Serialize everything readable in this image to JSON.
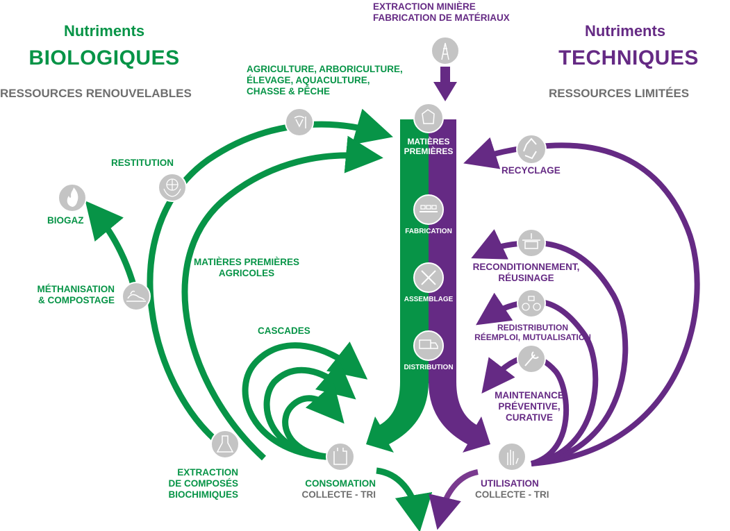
{
  "colors": {
    "green": "#079447",
    "purple": "#652A84",
    "gray_text": "#6E6E6E",
    "icon_circle": "#C4C4C4",
    "icon_glyph": "#FFFFFF"
  },
  "left_header": {
    "line1": "Nutriments",
    "line2": "BIOLOGIQUES",
    "subtitle": "RESSOURCES RENOUVELABLES"
  },
  "right_header": {
    "line1": "Nutriments",
    "line2": "TECHNIQUES",
    "subtitle": "RESSOURCES LIMITÉES"
  },
  "top_source": {
    "line1": "EXTRACTION MINIÈRE",
    "line2": "FABRICATION DE MATÉRIAUX",
    "icon": "oil-derrick-icon"
  },
  "central_column": {
    "stages": [
      {
        "label_line1": "MATIÈRES",
        "label_line2": "PREMIÈRES",
        "icon": "rock-icon"
      },
      {
        "label_line1": "FABRICATION",
        "label_line2": "",
        "icon": "conveyor-icon"
      },
      {
        "label_line1": "ASSEMBLAGE",
        "label_line2": "",
        "icon": "tools-icon"
      },
      {
        "label_line1": "DISTRIBUTION",
        "label_line2": "",
        "icon": "truck-icon"
      }
    ]
  },
  "biological": {
    "agriculture": {
      "line1": "AGRICULTURE, ARBORICULTURE,",
      "line2": "ÉLEVAGE, AQUACULTURE,",
      "line3": "CHASSE & PÊCHE",
      "icon": "farm-animals-icon"
    },
    "restitution": {
      "label": "RESTITUTION",
      "icon": "globe-hands-icon"
    },
    "biogaz": {
      "label": "BIOGAZ",
      "icon": "flame-icon"
    },
    "methanisation": {
      "line1": "MÉTHANISATION",
      "line2": "& COMPOSTAGE",
      "icon": "compost-icon"
    },
    "agricultural_raw": {
      "line1": "MATIÈRES PREMIÈRES",
      "line2": "AGRICOLES"
    },
    "cascades": {
      "label": "CASCADES"
    },
    "extraction": {
      "line1": "EXTRACTION",
      "line2": "DE COMPOSÉS",
      "line3": "BIOCHIMIQUES",
      "icon": "flask-icon"
    },
    "consumption": {
      "line1": "CONSOMATION",
      "line2": "COLLECTE - TRI",
      "icon": "bag-icon"
    }
  },
  "technical": {
    "recycling": {
      "label": "RECYCLAGE",
      "icon": "recycle-icon"
    },
    "refurbishing": {
      "line1": "RECONDITIONNEMENT,",
      "line2": "RÉUSINAGE",
      "icon": "box-icon"
    },
    "redistribution": {
      "line1": "REDISTRIBUTION",
      "line2": "RÉEMPLOI, MUTUALISATION",
      "icon": "share-boxes-icon"
    },
    "maintenance": {
      "line1": "MAINTENANCE",
      "line2": "PRÉVENTIVE,",
      "line3": "CURATIVE",
      "icon": "wrench-icon"
    },
    "usage": {
      "line1": "UTILISATION",
      "line2": "COLLECTE - TRI",
      "icon": "hand-icon"
    }
  }
}
